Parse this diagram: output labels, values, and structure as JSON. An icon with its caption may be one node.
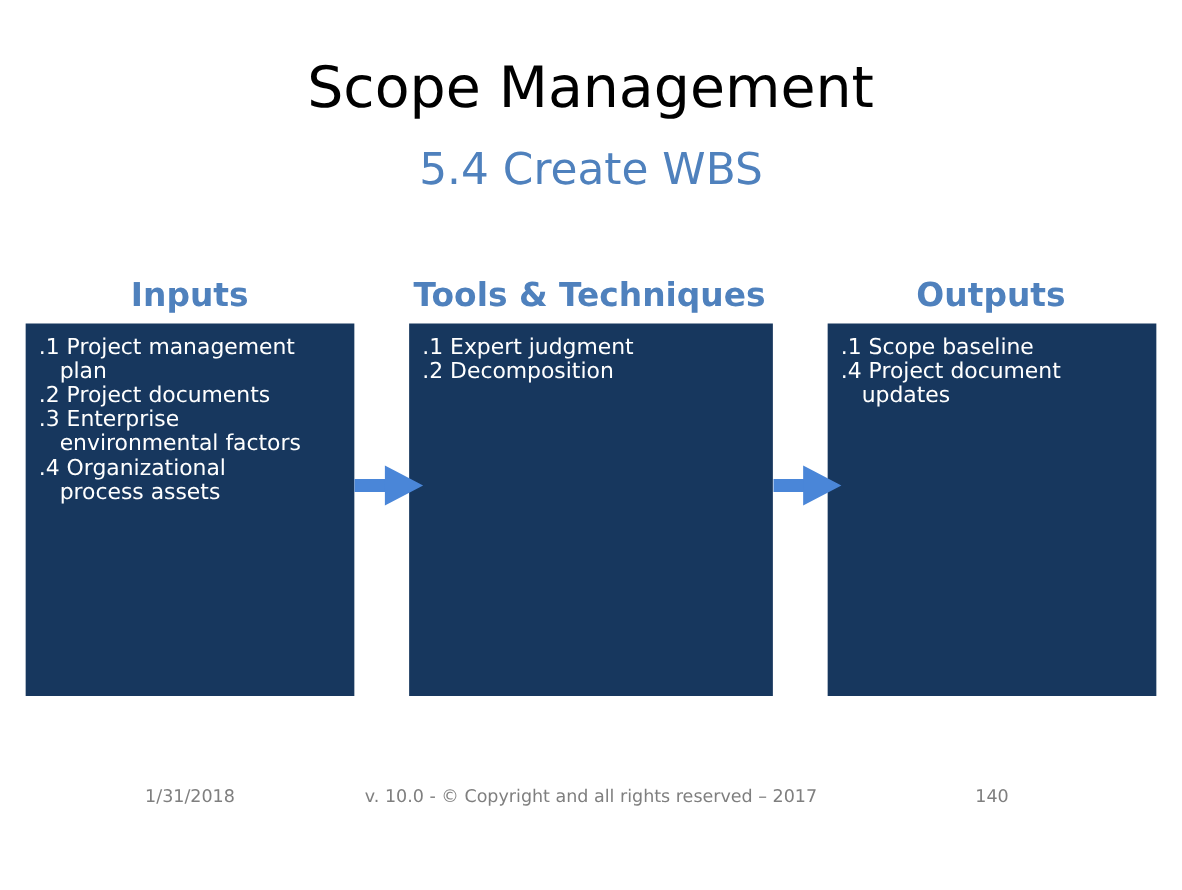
{
  "diagram": {
    "title": "Scope Management",
    "nodes": [
      {
        "text": [
          "Inputs",
          ".1 Project management plan",
          ".2 Project documents",
          ".3 Enterprise environmental factors",
          ".4 Organizational process assets"
        ]
      },
      {
        "text": [
          "Tools & Techniques",
          ".1 Expert judgment",
          ".2 Decomposition"
        ]
      },
      {
        "text": [
          "Outputs",
          ".1 Scope baseline",
          ".4 Project document updates"
        ]
      }
    ],
    "edges": [
      {
        "from": 0,
        "to": 1,
        "arrow": "to"
      },
      {
        "from": 1,
        "to": 2,
        "arrow": "to"
      }
    ],
    "labels": [
      "5.4 Create WBS",
      "1/31/2018",
      "v. 10.0 - © Copyright and all rights reserved – 2017",
      "140"
    ]
  }
}
